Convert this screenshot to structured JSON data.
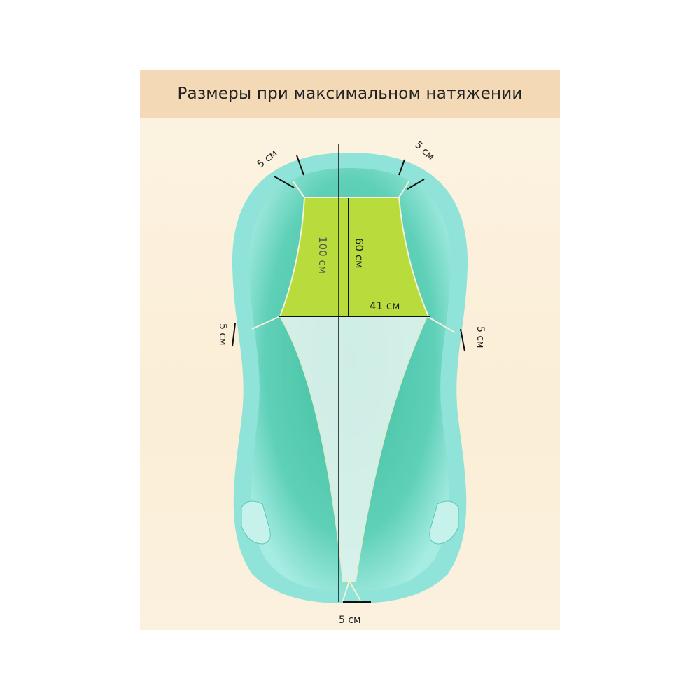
{
  "title": "Размеры при максимальном натяжении",
  "labels": {
    "top_left": "5 см",
    "top_right": "5 см",
    "mid_left": "5 см",
    "mid_right": "5 см",
    "bottom": "5 см",
    "length_total": "100 см",
    "length_head": "60 см",
    "width": "41 см"
  },
  "colors": {
    "header": "#f3d9b6",
    "tub": "#6fd6c6",
    "sling_top": "#b8dc3c"
  }
}
